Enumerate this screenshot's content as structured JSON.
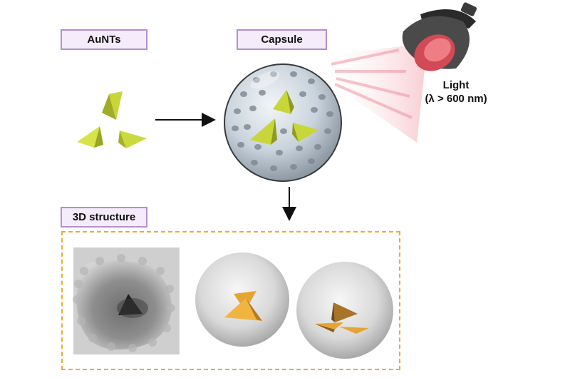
{
  "labels": {
    "aunts": "AuNTs",
    "capsule": "Capsule",
    "structure": "3D structure"
  },
  "light": {
    "line1": "Light",
    "line2": "(λ > 600 nm)"
  },
  "colors": {
    "label_border": "#b48fcf",
    "label_fill": "#f4ecfa",
    "frame_dash": "#e9ad33",
    "triangle_yellow": "#c8d63a",
    "triangle_orange": "#e6a431",
    "beam_red": "#f08a97"
  },
  "icons": [
    "lamp-icon",
    "arrow-right-icon",
    "arrow-down-icon",
    "capsule-sphere-icon",
    "nanotriangle-icon",
    "tem-image-icon"
  ]
}
